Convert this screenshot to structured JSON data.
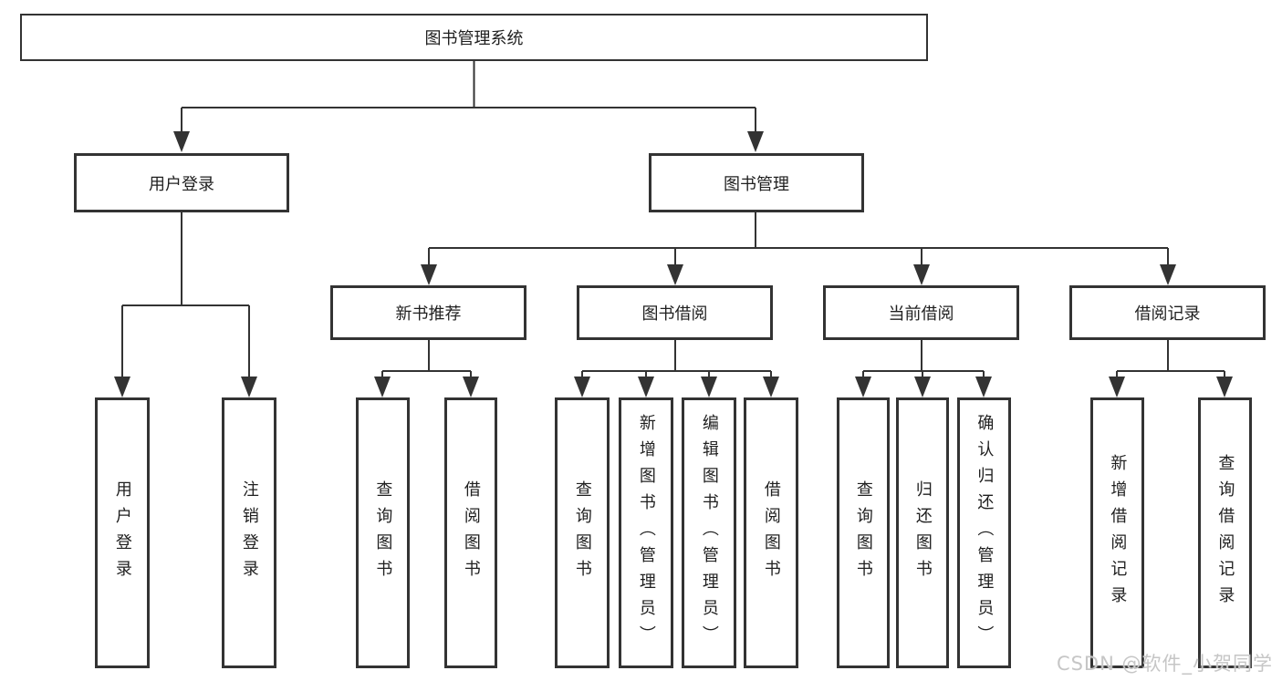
{
  "tree": {
    "root": {
      "label": "图书管理系统"
    },
    "level2": [
      {
        "label": "用户登录",
        "leaves": [
          "用户登录",
          "注销登录"
        ]
      },
      {
        "label": "图书管理",
        "groups": [
          {
            "label": "新书推荐",
            "leaves": [
              "查询图书",
              "借阅图书"
            ]
          },
          {
            "label": "图书借阅",
            "leaves": [
              "查询图书",
              "新增图书（管理员）",
              "编辑图书（管理员）",
              "借阅图书"
            ]
          },
          {
            "label": "当前借阅",
            "leaves": [
              "查询图书",
              "归还图书",
              "确认归还（管理员）"
            ]
          },
          {
            "label": "借阅记录",
            "leaves": [
              "新增借阅记录",
              "查询借阅记录"
            ]
          }
        ]
      }
    ]
  },
  "watermark": {
    "text": "CSDN @软件_小贺同学"
  },
  "colors": {
    "line": "#333333",
    "text": "#1f1f1f",
    "background": "#ffffff",
    "watermark": "#c6c6c6"
  }
}
